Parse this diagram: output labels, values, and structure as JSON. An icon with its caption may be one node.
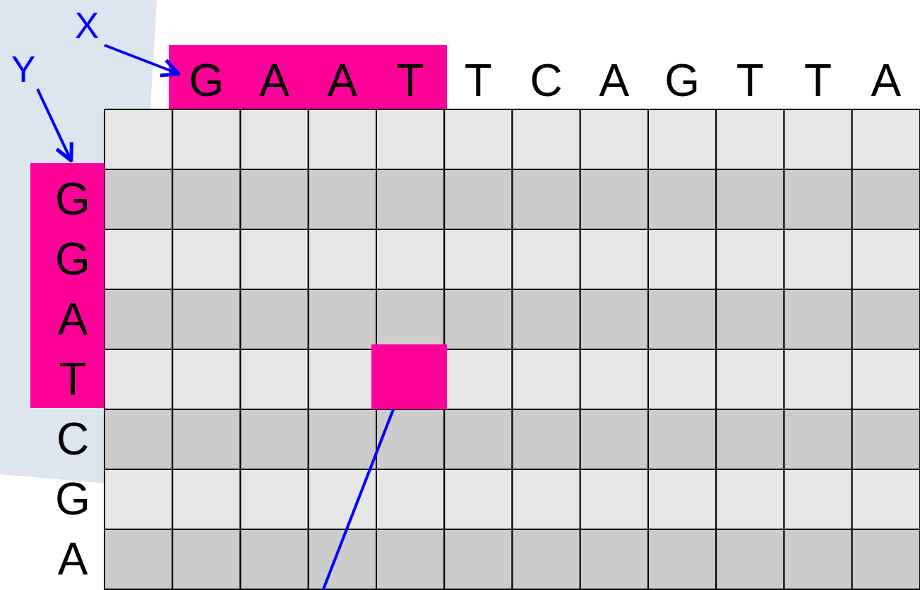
{
  "diagram": {
    "nodes": [
      {
        "text": [
          "X"
        ]
      },
      {
        "text": [
          "Y"
        ]
      },
      {
        "text": [
          "G",
          "A",
          "A",
          "T"
        ]
      },
      {
        "text": [
          "G",
          "G",
          "A",
          "T"
        ]
      },
      {
        "text": [],
        "shape": "box"
      }
    ],
    "edges": [
      {
        "from": 0,
        "to": 2,
        "arrow": "to"
      },
      {
        "from": 1,
        "to": 3,
        "arrow": "to"
      },
      {
        "from": 4,
        "to": null,
        "arrow": "none"
      }
    ],
    "labels": [
      "T",
      "C",
      "A",
      "G",
      "T",
      "T",
      "A",
      "C",
      "G",
      "A"
    ]
  }
}
